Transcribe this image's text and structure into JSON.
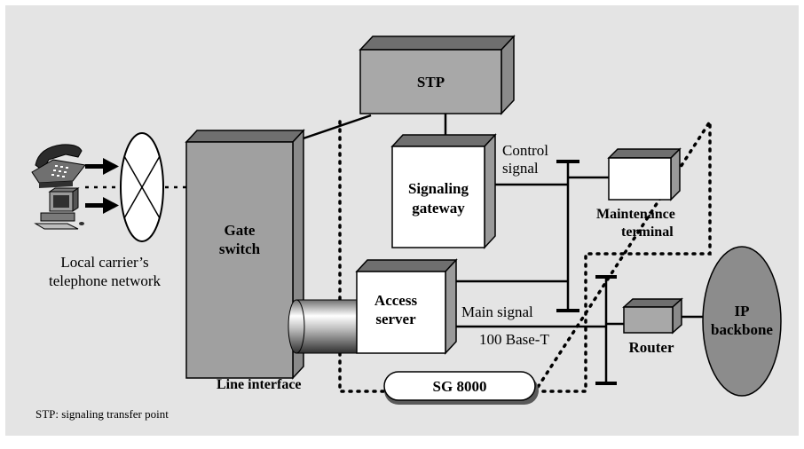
{
  "colors": {
    "panel_bg": "#e4e4e4",
    "box_white": "#ffffff",
    "box_side_gray": "#9a9a9a",
    "box_top_dark": "#6f6f6f",
    "stp_face": "#a8a8a8",
    "gate_face": "#a0a0a0",
    "ip_fill": "#8c8c8c"
  },
  "nodes": {
    "stp": "STP",
    "gate_switch": [
      "Gate",
      "switch"
    ],
    "signaling_gateway": [
      "Signaling",
      "gateway"
    ],
    "access_server": [
      "Access",
      "server"
    ],
    "maintenance_terminal": [
      "Maintenance",
      "terminal"
    ],
    "router": "Router",
    "ip_backbone": [
      "IP",
      "backbone"
    ],
    "sg8000": "SG 8000"
  },
  "labels": {
    "local_network": [
      "Local carrier’s",
      "telephone network"
    ],
    "control_signal": [
      "Control",
      "signal"
    ],
    "main_signal": "Main signal",
    "base_t": "100 Base-T",
    "line_interface": "Line interface",
    "footnote": "STP: signaling transfer point"
  },
  "icons": [
    "telephone-icon",
    "computer-icon"
  ]
}
